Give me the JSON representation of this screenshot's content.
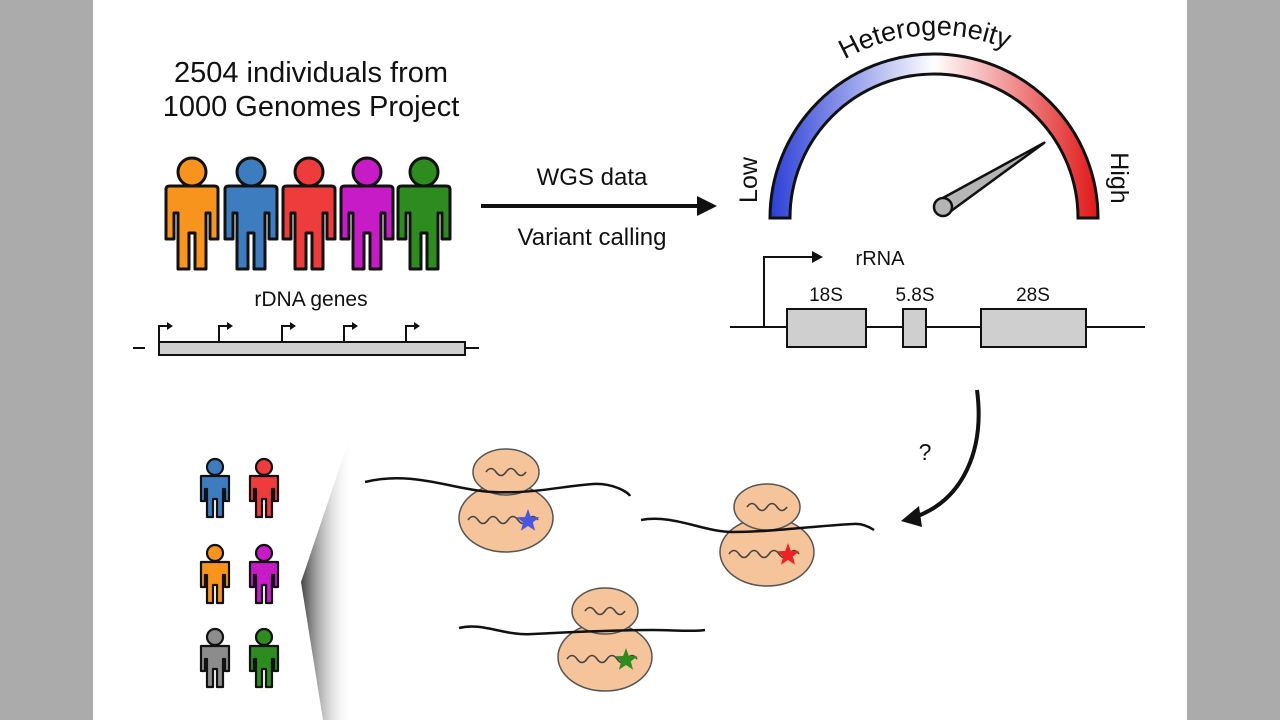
{
  "title_line1": "2504 individuals from",
  "title_line2": "1000 Genomes Project",
  "rdna_label": "rDNA genes",
  "arrow_top_label": "WGS data",
  "arrow_bottom_label": "Variant calling",
  "gauge": {
    "title": "Heterogeneity",
    "low_label": "Low",
    "high_label": "High",
    "needle_level": 0.82
  },
  "rrna_gene": {
    "label": "rRNA",
    "segments": [
      "18S",
      "5.8S",
      "28S"
    ]
  },
  "question_mark": "?",
  "people_colors": [
    "#f7941d",
    "#3e7cc0",
    "#ee3b3b",
    "#c81bc8",
    "#2e8b1f"
  ],
  "small_people_colors": [
    "#3e7cc0",
    "#ee3b3b",
    "#f7941d",
    "#c81bc8",
    "#8c8c8c",
    "#2e8b1f"
  ],
  "ribosome_star_colors": [
    "#4a55e0",
    "#ee2222",
    "#2e8b1f"
  ]
}
